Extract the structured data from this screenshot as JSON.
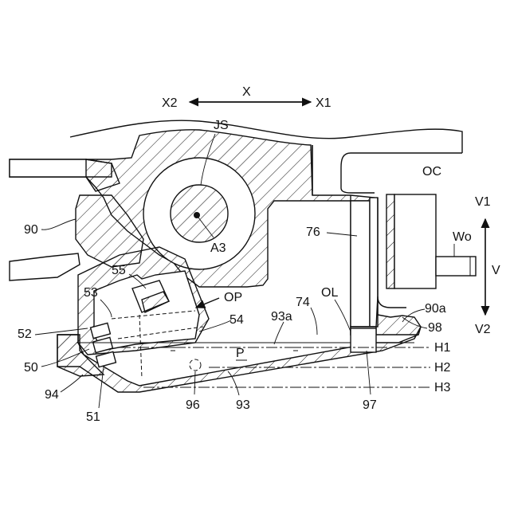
{
  "figure": {
    "direction_labels": {
      "x": "X",
      "x1": "X1",
      "x2": "X2",
      "v": "V",
      "v1": "V1",
      "v2": "V2"
    },
    "labels": {
      "js": "JS",
      "a3": "A3",
      "oc": "OC",
      "wo": "Wo",
      "ref_90": "90",
      "ref_76": "76",
      "ref_55": "55",
      "ref_53": "53",
      "op": "OP",
      "ref_74": "74",
      "ol": "OL",
      "ref_90a": "90a",
      "ref_54": "54",
      "ref_93a": "93a",
      "ref_52": "52",
      "p": "P",
      "ref_98": "98",
      "h1": "H1",
      "ref_50": "50",
      "h2": "H2",
      "ref_94": "94",
      "h3": "H3",
      "ref_51": "51",
      "ref_96": "96",
      "ref_93": "93",
      "ref_97": "97"
    }
  }
}
